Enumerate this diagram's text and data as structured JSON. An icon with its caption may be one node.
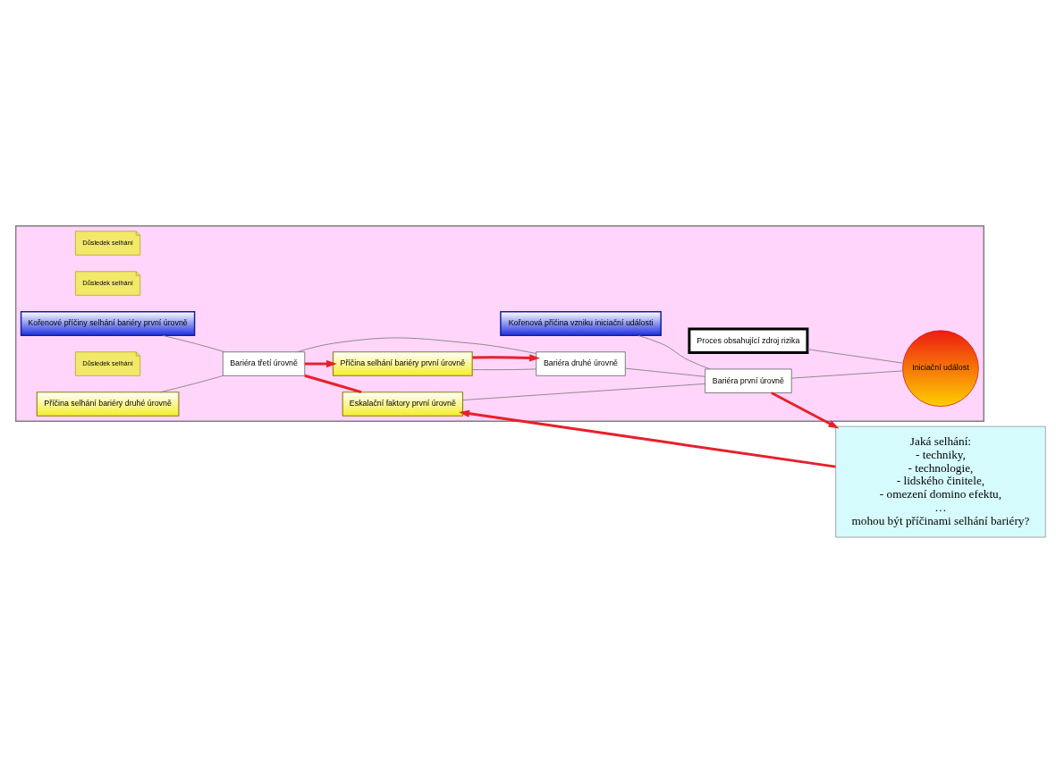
{
  "diagram": {
    "nodes": [
      {
        "text": [],
        "shape": "box"
      },
      {
        "text": [
          "Kořenová příčina vzniku iniciační události"
        ],
        "in": 0
      },
      {
        "text": [
          "Bariéra první úrovně"
        ],
        "in": 0
      },
      {
        "text": [
          "Důsledek selhání"
        ],
        "in": 0
      },
      {
        "text": [
          "Příčina selhání bariéry první úrovně"
        ],
        "in": 0
      },
      {
        "text": [
          "Bariéra druhé úrovně"
        ],
        "in": 0
      },
      {
        "text": [
          "Důsledek selhání"
        ],
        "in": 0
      },
      {
        "text": [
          "Příčina selhání bariéry druhé úrovně"
        ],
        "in": 0
      },
      {
        "text": [
          "Bariéra třetí úrovně"
        ],
        "in": 0
      },
      {
        "text": [
          "Důsledek selhání"
        ],
        "in": 0
      },
      {
        "text": [
          "Kořenové příčiny selhání bariéry první úrovně"
        ],
        "in": 0
      },
      {
        "text": [
          "Proces obsahující zdroj rizika"
        ],
        "in": 0
      },
      {
        "text": [
          "Eskalační faktory první úrovně"
        ],
        "in": 0
      },
      {
        "text": [
          "Iniciační událost"
        ],
        "in": 0
      },
      {
        "text": [
          "Jaká selhání:",
          "- techniky,",
          "- technologie,",
          "- lidského činitele,",
          "- omezení domino efektu,",
          "…",
          "mohou být příčinami selhání bariéry?"
        ]
      }
    ],
    "edges": [
      {
        "from": 1,
        "to": 2,
        "arrow": "none"
      },
      {
        "from": 4,
        "to": 5,
        "arrow": "none"
      },
      {
        "from": 5,
        "to": 2,
        "arrow": "none"
      },
      {
        "from": 7,
        "to": 8,
        "arrow": "none"
      },
      {
        "from": 8,
        "to": 5,
        "arrow": "none"
      },
      {
        "from": 10,
        "to": 8,
        "arrow": "none"
      },
      {
        "from": 12,
        "to": 2,
        "arrow": "none"
      },
      {
        "from": 2,
        "to": 13,
        "arrow": "none"
      },
      {
        "from": 11,
        "to": 13,
        "arrow": "none"
      },
      {
        "from": 2,
        "to": 14,
        "arrow": "to",
        "style": "thick",
        "color": "#e8202a"
      },
      {
        "from": 4,
        "to": 5,
        "arrow": "to",
        "style": "thick",
        "color": "#e8202a"
      },
      {
        "from": 8,
        "to": 4,
        "arrow": "to",
        "style": "thick",
        "color": "#e8202a"
      },
      {
        "from": 8,
        "to": 12,
        "arrow": "none",
        "style": "thick",
        "color": "#e8202a"
      },
      {
        "from": 14,
        "to": 12,
        "arrow": "to",
        "style": "thick",
        "color": "#e8202a"
      }
    ]
  }
}
